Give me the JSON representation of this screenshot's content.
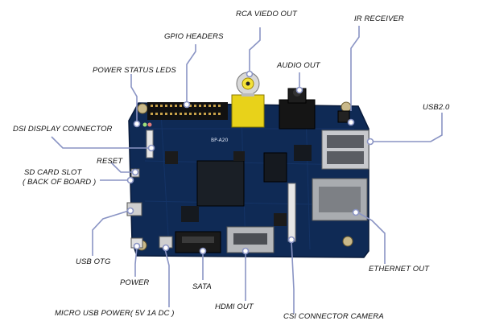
{
  "diagram": {
    "board_silkscreen": "BP-A20",
    "leader_color": "#8a94c4",
    "board_color": "#0f2a55",
    "labels": {
      "rca_video_out": "RCA VIEDO OUT",
      "ir_receiver": "IR RECEIVER",
      "gpio_headers": "GPIO HEADERS",
      "audio_out": "AUDIO OUT",
      "power_status_leds": "POWER STATUS LEDS",
      "usb2": "USB2.0",
      "dsi_display_connector": "DSI DISPLAY CONNECTOR",
      "reset": "RESET",
      "sd_card_slot": "SD CARD SLOT",
      "sd_card_slot_note": "( BACK OF BOARD )",
      "usb_otg": "USB OTG",
      "ethernet_out": "ETHERNET OUT",
      "power": "POWER",
      "sata": "SATA",
      "micro_usb_power": "MICRO USB POWER( 5V 1A DC )",
      "hdmi_out": "HDMI OUT",
      "csi_connector_camera": "CSI CONNECTOR CAMERA"
    }
  }
}
